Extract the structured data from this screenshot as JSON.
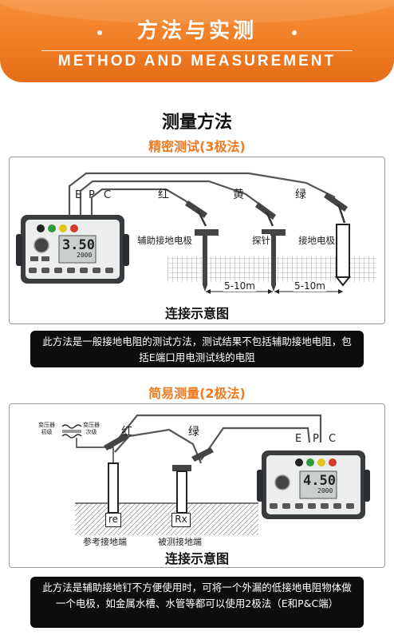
{
  "header": {
    "title": "方法与实测",
    "subtitle": "METHOD AND MEASUREMENT"
  },
  "main": {
    "title": "测量方法"
  },
  "method3": {
    "title": "精密测试(3极法)",
    "terminals": [
      "E",
      "P",
      "C"
    ],
    "wire_colors": [
      "红",
      "黄",
      "绿"
    ],
    "rods": [
      "辅助接地电极",
      "探针",
      "接地电极"
    ],
    "distances": [
      "5-10m",
      "5-10m"
    ],
    "display_main": "3.50",
    "display_sub": "2000",
    "caption": "连接示意图",
    "note": "此方法是一般接地电阻的测试方法，测试结果不包括辅助接地电阻，包括E端口用电测试线的电阻"
  },
  "method2": {
    "title": "简易测量(2极法)",
    "transformer_left": [
      "变压器",
      "初级"
    ],
    "transformer_right": [
      "变压器",
      "次级"
    ],
    "wire_colors": [
      "红",
      "绿"
    ],
    "terminals": [
      "E",
      "P",
      "C"
    ],
    "labels": [
      "re",
      "Rx"
    ],
    "rods": [
      "参考接地端",
      "被测接地端"
    ],
    "display_main": "4.50",
    "display_sub": "2000",
    "caption": "连接示意图",
    "note": "此方法是辅助接地钉不方便使用时，可将一个外漏的低接地电阻物体做一个电极，如金属水槽、水管等都可以使用2极法（E和P&C端）"
  },
  "colors": {
    "accent": "#ef7a22",
    "dark": "#0d0d0d",
    "meter_body": "#3a3d40",
    "terminal_black": "#222222",
    "terminal_green": "#2e9a3c",
    "terminal_yellow": "#e2c318",
    "terminal_red": "#d63a2a"
  }
}
